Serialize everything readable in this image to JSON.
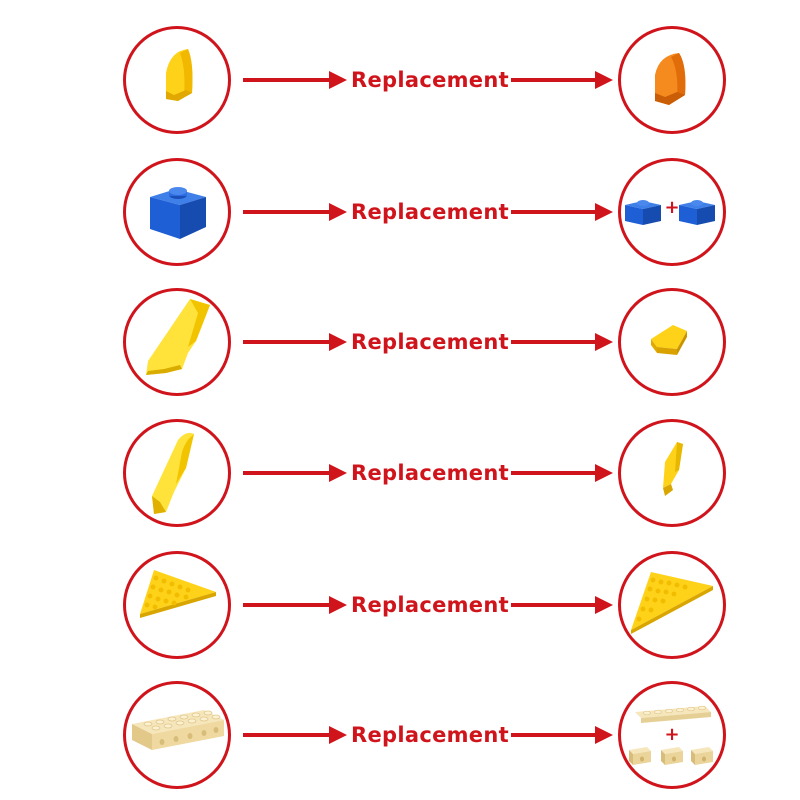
{
  "rows": [
    {
      "label": "Replacement",
      "left_icon": "yellow-curved-slope-brick-icon",
      "right_icon": "orange-curved-slope-brick-icon"
    },
    {
      "label": "Replacement",
      "left_icon": "blue-1x1-brick-icon",
      "right_icon": "two-blue-1x1-plates-icon",
      "right_plus": "+"
    },
    {
      "label": "Replacement",
      "left_icon": "yellow-wing-plate-icon",
      "right_icon": "yellow-small-wedge-plate-icon"
    },
    {
      "label": "Replacement",
      "left_icon": "yellow-long-wedge-slope-icon",
      "right_icon": "yellow-small-wedge-slope-icon"
    },
    {
      "label": "Replacement",
      "left_icon": "yellow-triangular-wing-plate-icon",
      "right_icon": "yellow-triangular-wing-plate-icon"
    },
    {
      "label": "Replacement",
      "left_icon": "tan-2x6-brick-icon",
      "right_icon": "tan-plate-and-bricks-icon",
      "right_plus": "+"
    }
  ],
  "colors": {
    "accent": "#d0141c",
    "yellow": "#ffd21a",
    "orange": "#f58a1f",
    "blue": "#1f5fd6",
    "tan": "#f3dfac"
  }
}
